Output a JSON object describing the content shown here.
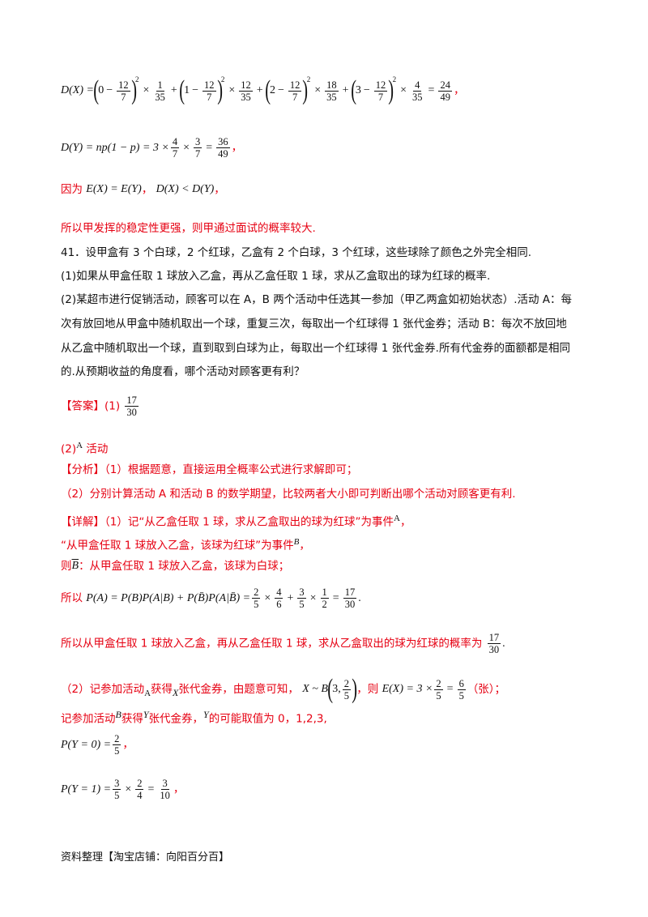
{
  "dx": {
    "lhs": "D(X) = ",
    "terms": [
      {
        "a": "0",
        "p": "1",
        "q": "35"
      },
      {
        "a": "1",
        "p": "12",
        "q": "35"
      },
      {
        "a": "2",
        "p": "18",
        "q": "35"
      },
      {
        "a": "3",
        "p": "4",
        "q": "35"
      }
    ],
    "mean_num": "12",
    "mean_den": "7",
    "result_num": "24",
    "result_den": "49",
    "tail": "，"
  },
  "dy": {
    "lhs": "D(Y) = np(1 − p) = 3 × ",
    "f1n": "4",
    "f1d": "7",
    "f2n": "3",
    "f2d": "7",
    "rn": "36",
    "rd": "49",
    "tail": "，"
  },
  "because": {
    "prefix": "因为",
    "expr1": "E(X) = E(Y)",
    "sep": "，",
    "expr2": "D(X) < D(Y)",
    "tail": "，"
  },
  "conclusion": "所以甲发挥的稳定性更强，则甲通过面试的概率较大.",
  "problem": {
    "stem": "41．设甲盒有 3 个白球，2 个红球，乙盒有 2 个白球，3 个红球，这些球除了颜色之外完全相同.",
    "q1": "(1)如果从甲盒任取 1 球放入乙盒，再从乙盒任取 1 球，求从乙盒取出的球为红球的概率.",
    "q2_l1": "(2)某超市进行促销活动，顾客可以在 A，B 两个活动中任选其一参加（甲乙两盒如初始状态）.活动 A：每",
    "q2_l2": "次有放回地从甲盒中随机取出一个球，重复三次，每取出一个红球得 1 张代金券；活动 B：每次不放回地",
    "q2_l3": "从乙盒中随机取出一个球，直到取到白球为止，每取出一个红球得 1 张代金券.所有代金券的面额都是相同",
    "q2_l4": "的.从预期收益的角度看，哪个活动对顾客更有利？"
  },
  "answer": {
    "label": "【答案】",
    "p1": "(1)",
    "f_num": "17",
    "f_den": "30",
    "p2": "(2)",
    "p2_A": "A",
    "p2_text": " 活动"
  },
  "analysis": {
    "label": "【分析】",
    "l1": "（1）根据题意，直接运用全概率公式进行求解即可；",
    "l2": "（2）分别计算活动 A 和活动 B 的数学期望，比较两者大小即可判断出哪个活动对顾客更有利."
  },
  "detail": {
    "label": "【详解】",
    "l1_text": "（1）记“从乙盒任取 1 球，求从乙盒取出的球为红球”为事件",
    "l1_var": "A",
    "l1_tail": "，",
    "l2_text": "“从甲盒任取 1 球放入乙盒，该球为红球”为事件",
    "l2_var": "B",
    "l2_tail": "，",
    "l3_pre": "则",
    "l3_var": "B",
    "l3_text": "：从甲盒任取 1 球放入乙盒，该球为白球；",
    "l4_pre": "所以",
    "l4_expr": "P(A) = P(B)P(A|B) + P(B̄)P(A|B̄) = ",
    "l4_f1n": "2",
    "l4_f1d": "5",
    "l4_f2n": "4",
    "l4_f2d": "6",
    "l4_f3n": "3",
    "l4_f3d": "5",
    "l4_f4n": "1",
    "l4_f4d": "2",
    "l4_rn": "17",
    "l4_rd": "30",
    "l4_tail": ".",
    "l5_text": "所以从甲盒任取 1 球放入乙盒，再从乙盒任取 1 球，求从乙盒取出的球为红球的概率为",
    "l5_fn": "17",
    "l5_fd": "30",
    "l5_tail": ".",
    "l6_a": "（2）记参加活动",
    "l6_A": "A",
    "l6_b": "获得",
    "l6_X": "X",
    "l6_c": "张代金券，由题意可知，",
    "l6_dist": "X ~ B",
    "l6_n": "3,",
    "l6_pn": "2",
    "l6_pd": "5",
    "l6_d": "，则",
    "l6_ex": "E(X) = 3 × ",
    "l6_f1n": "2",
    "l6_f1d": "5",
    "l6_f2n": "6",
    "l6_f2d": "5",
    "l6_e": "（张）；",
    "l7_a": "记参加活动",
    "l7_B": "B",
    "l7_b": "获得",
    "l7_Y": "Y",
    "l7_c": "张代金券，",
    "l7_Y2": "Y",
    "l7_d": "的可能取值为 0，1,2,3,",
    "p0_lhs": "P(Y = 0) = ",
    "p0_n": "2",
    "p0_d": "5",
    "p0_tail": "，",
    "p1_lhs": "P(Y = 1) = ",
    "p1_f1n": "3",
    "p1_f1d": "5",
    "p1_f2n": "2",
    "p1_f2d": "4",
    "p1_rn": "3",
    "p1_rd": "10",
    "p1_tail": "，"
  },
  "footer": "资料整理【淘宝店铺：向阳百分百】"
}
